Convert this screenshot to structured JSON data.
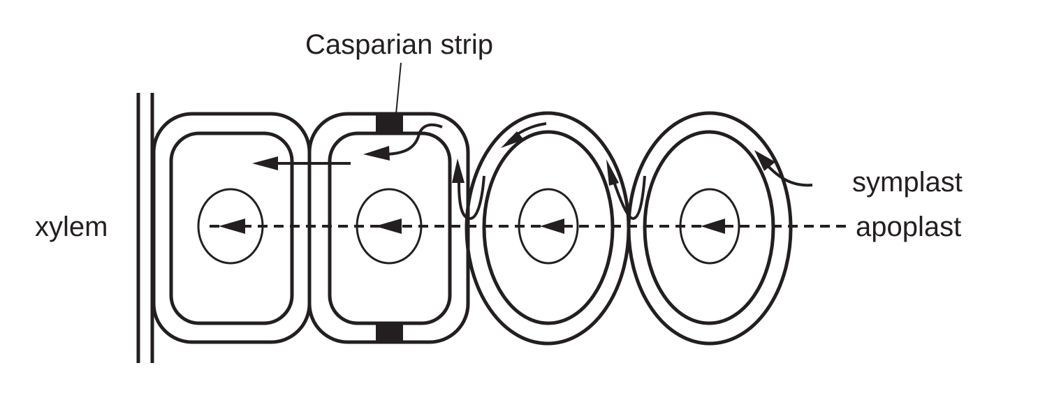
{
  "labels": {
    "casparian_strip": "Casparian strip",
    "xylem": "xylem",
    "symplast": "symplast",
    "apoplast": "apoplast"
  },
  "colors": {
    "ink": "#231f20",
    "background": "#ffffff"
  }
}
